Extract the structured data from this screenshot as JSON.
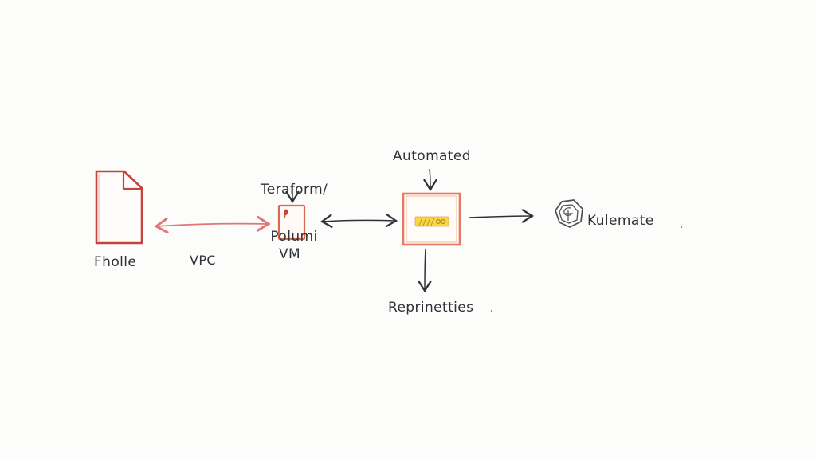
{
  "nodes": {
    "file": {
      "label": "Fholle"
    },
    "vpc": {
      "label": "VPC"
    },
    "vm": {
      "label": "VM",
      "tool_label_line1": "Teraform/",
      "tool_label_line2": "Polumi"
    },
    "automated": {
      "label": "Automated"
    },
    "repo": {
      "label": "Reprinetties"
    },
    "kube": {
      "label": "Kulemate"
    }
  },
  "colors": {
    "ink": "#2f3238",
    "red": "#c8433c",
    "pink": "#e2757a",
    "orange": "#e07d63",
    "yellow": "#f3db3c",
    "icon_gray": "#4c5058"
  },
  "icons": {
    "file": "file-document-icon",
    "server": "vm-server-icon",
    "automation": "automation-box-icon",
    "kubernetes": "kubernetes-helm-icon"
  }
}
